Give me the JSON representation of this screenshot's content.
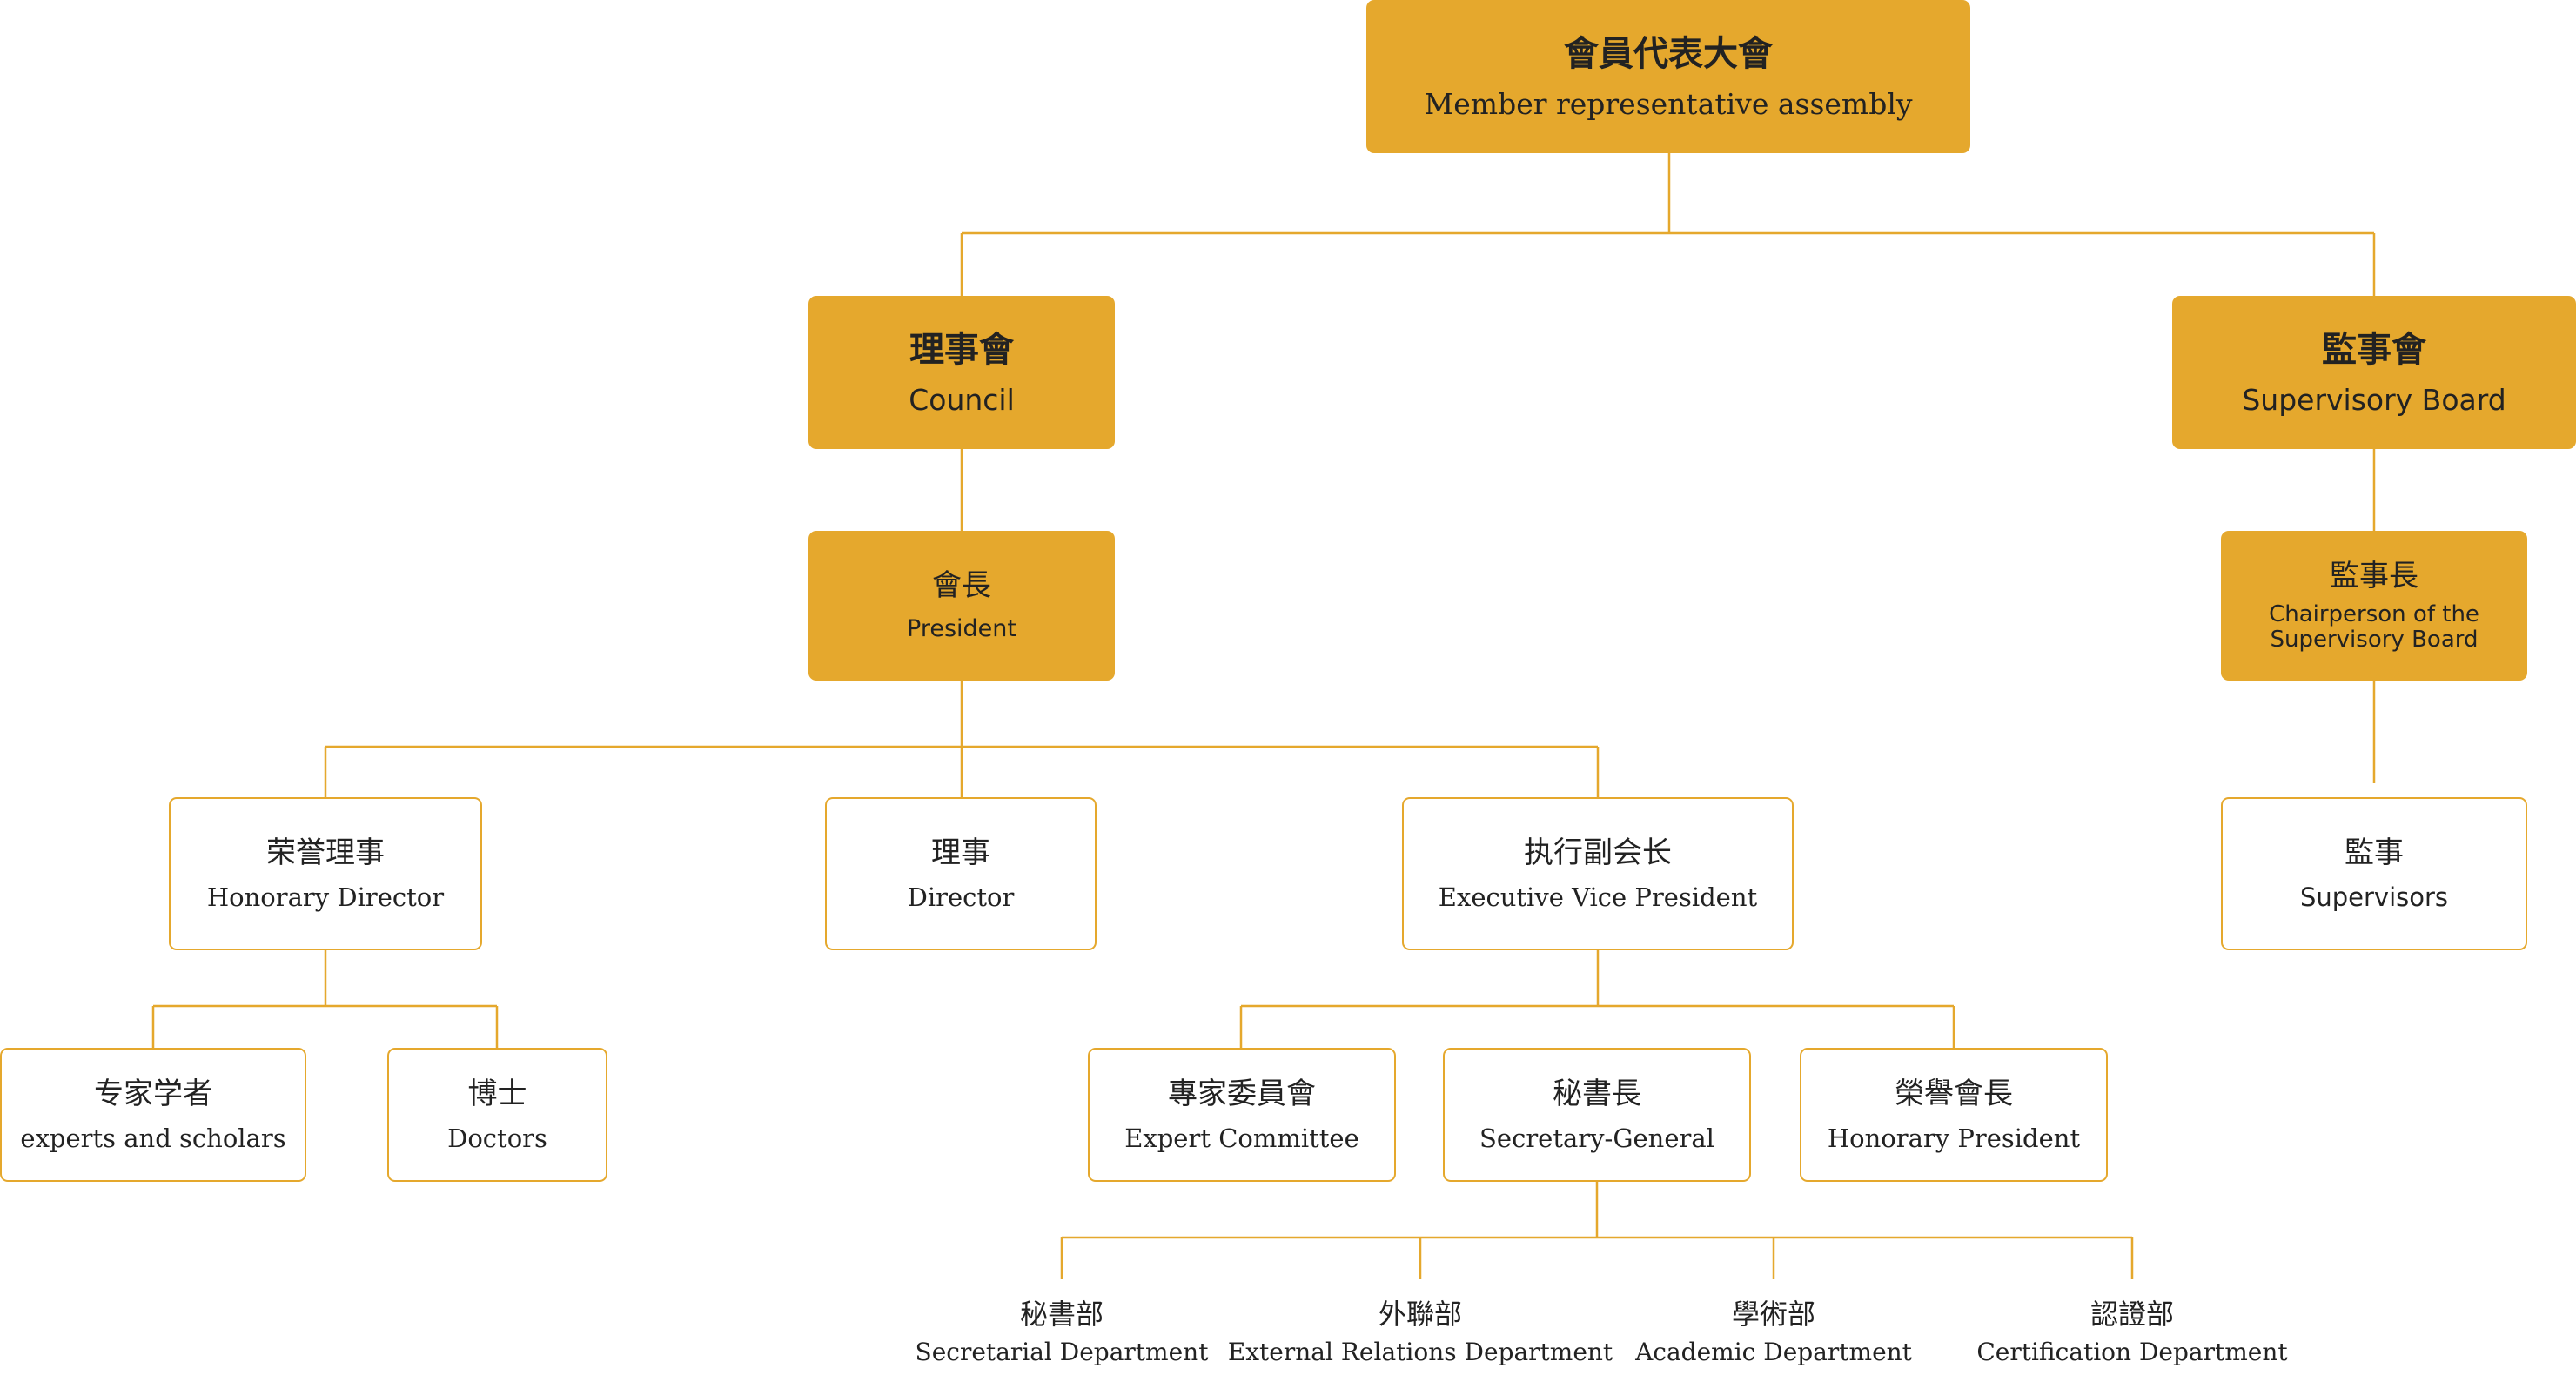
{
  "assembly": {
    "zh": "會員代表大會",
    "en": "Member representative assembly"
  },
  "council": {
    "zh": "理事會",
    "en": "Council"
  },
  "supervisory_board": {
    "zh": "監事會",
    "en": "Supervisory Board"
  },
  "president": {
    "zh": "會長",
    "en": "President"
  },
  "chair_supervisory": {
    "zh": "監事長",
    "en": "Chairperson of the Supervisory Board"
  },
  "honorary_director": {
    "zh": "荣誉理事",
    "en": "Honorary Director"
  },
  "director": {
    "zh": "理事",
    "en": "Director"
  },
  "exec_vice_president": {
    "zh": "执行副会长",
    "en": "Executive Vice President"
  },
  "supervisors": {
    "zh": "監事",
    "en": "Supervisors"
  },
  "experts": {
    "zh": "专家学者",
    "en": "experts and scholars"
  },
  "doctors": {
    "zh": "博士",
    "en": "Doctors"
  },
  "expert_committee": {
    "zh": "專家委員會",
    "en": "Expert Committee"
  },
  "secretary_general": {
    "zh": "秘書長",
    "en": "Secretary-General"
  },
  "honorary_president": {
    "zh": "榮譽會長",
    "en": "Honorary President"
  },
  "departments": [
    {
      "zh": "秘書部",
      "en": "Secretarial Department"
    },
    {
      "zh": "外聯部",
      "en": "External Relations Department"
    },
    {
      "zh": "學術部",
      "en": "Academic Department"
    },
    {
      "zh": "認證部",
      "en": "Certification Department"
    }
  ],
  "colors": {
    "accent": "#E5A82D",
    "line": "#E5A82D",
    "text": "#222222"
  }
}
